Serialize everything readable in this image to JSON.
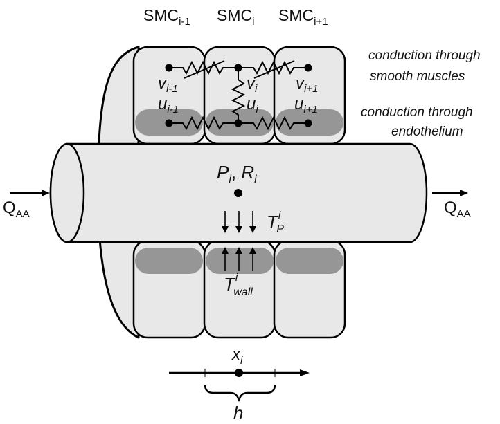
{
  "cells": {
    "left": {
      "base": "SMC",
      "sub": "i-1"
    },
    "center": {
      "base": "SMC",
      "sub": "i"
    },
    "right": {
      "base": "SMC",
      "sub": "i+1"
    }
  },
  "nodes": {
    "v_left": {
      "base": "v",
      "sub": "i-1"
    },
    "v_center": {
      "base": "v",
      "sub": "i"
    },
    "v_right": {
      "base": "v",
      "sub": "i+1"
    },
    "u_left": {
      "base": "u",
      "sub": "i-1"
    },
    "u_center": {
      "base": "u",
      "sub": "i"
    },
    "u_right": {
      "base": "u",
      "sub": "i+1"
    }
  },
  "annotations": {
    "smooth_muscle_line1": "conduction through",
    "smooth_muscle_line2": "smooth muscles",
    "endothelium_line1": "conduction through",
    "endothelium_line2": "endothelium"
  },
  "vessel": {
    "pressure_radius": {
      "p": "P",
      "p_sub": "i",
      "r": "R",
      "r_sub": "i"
    },
    "tp": {
      "base": "T",
      "sup": "i",
      "sub": "P"
    },
    "twall": {
      "base": "T",
      "sup": "i",
      "sub": "wall"
    }
  },
  "flow": {
    "in": {
      "base": "Q",
      "sub": "AA"
    },
    "out": {
      "base": "Q",
      "sub": "AA"
    }
  },
  "axis": {
    "position": {
      "base": "x",
      "sub": "i"
    },
    "spacing": "h"
  },
  "colors": {
    "cell_fill": "#e8e8e8",
    "endothelium_band": "#969696",
    "vessel_fill": "#e8e8e8",
    "stroke": "#000000"
  }
}
